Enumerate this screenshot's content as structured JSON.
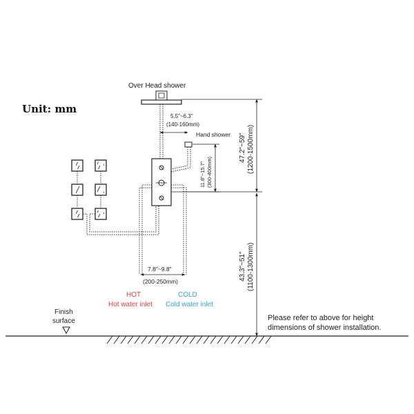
{
  "unit_label": "Unit: mm",
  "overhead_label": "Over Head shower",
  "arm_dim": {
    "inch": "5.5\"~6.3\"",
    "mm": "(140-160mm)"
  },
  "hand_shower_label": "Hand shower",
  "hand_height_dim": {
    "inch": "11.8\"~15.7\"",
    "mm": "(300-400mm)"
  },
  "upper_height_dim": {
    "inch": "47.2\"~59\"",
    "mm": "(1200-1500mm)"
  },
  "lower_height_dim": {
    "inch": "43.3\"~51\"",
    "mm": "(1100-1300mm)"
  },
  "inlet_spacing_dim": {
    "inch": "7.8\"~9.8\"",
    "mm": "(200-250mm)"
  },
  "hot_label": "HOT",
  "cold_label": "COLD",
  "hot_inlet_label": "Hot water inlet",
  "cold_inlet_label": "Cold water inlet",
  "finish_surface": {
    "line1": "Finish",
    "line2": "surface"
  },
  "note": {
    "line1": "Please refer to above for height",
    "line2": "dimensions of shower installation."
  },
  "colors": {
    "hot": "#e2403a",
    "cold": "#2aa6d8",
    "line": "#222222"
  }
}
